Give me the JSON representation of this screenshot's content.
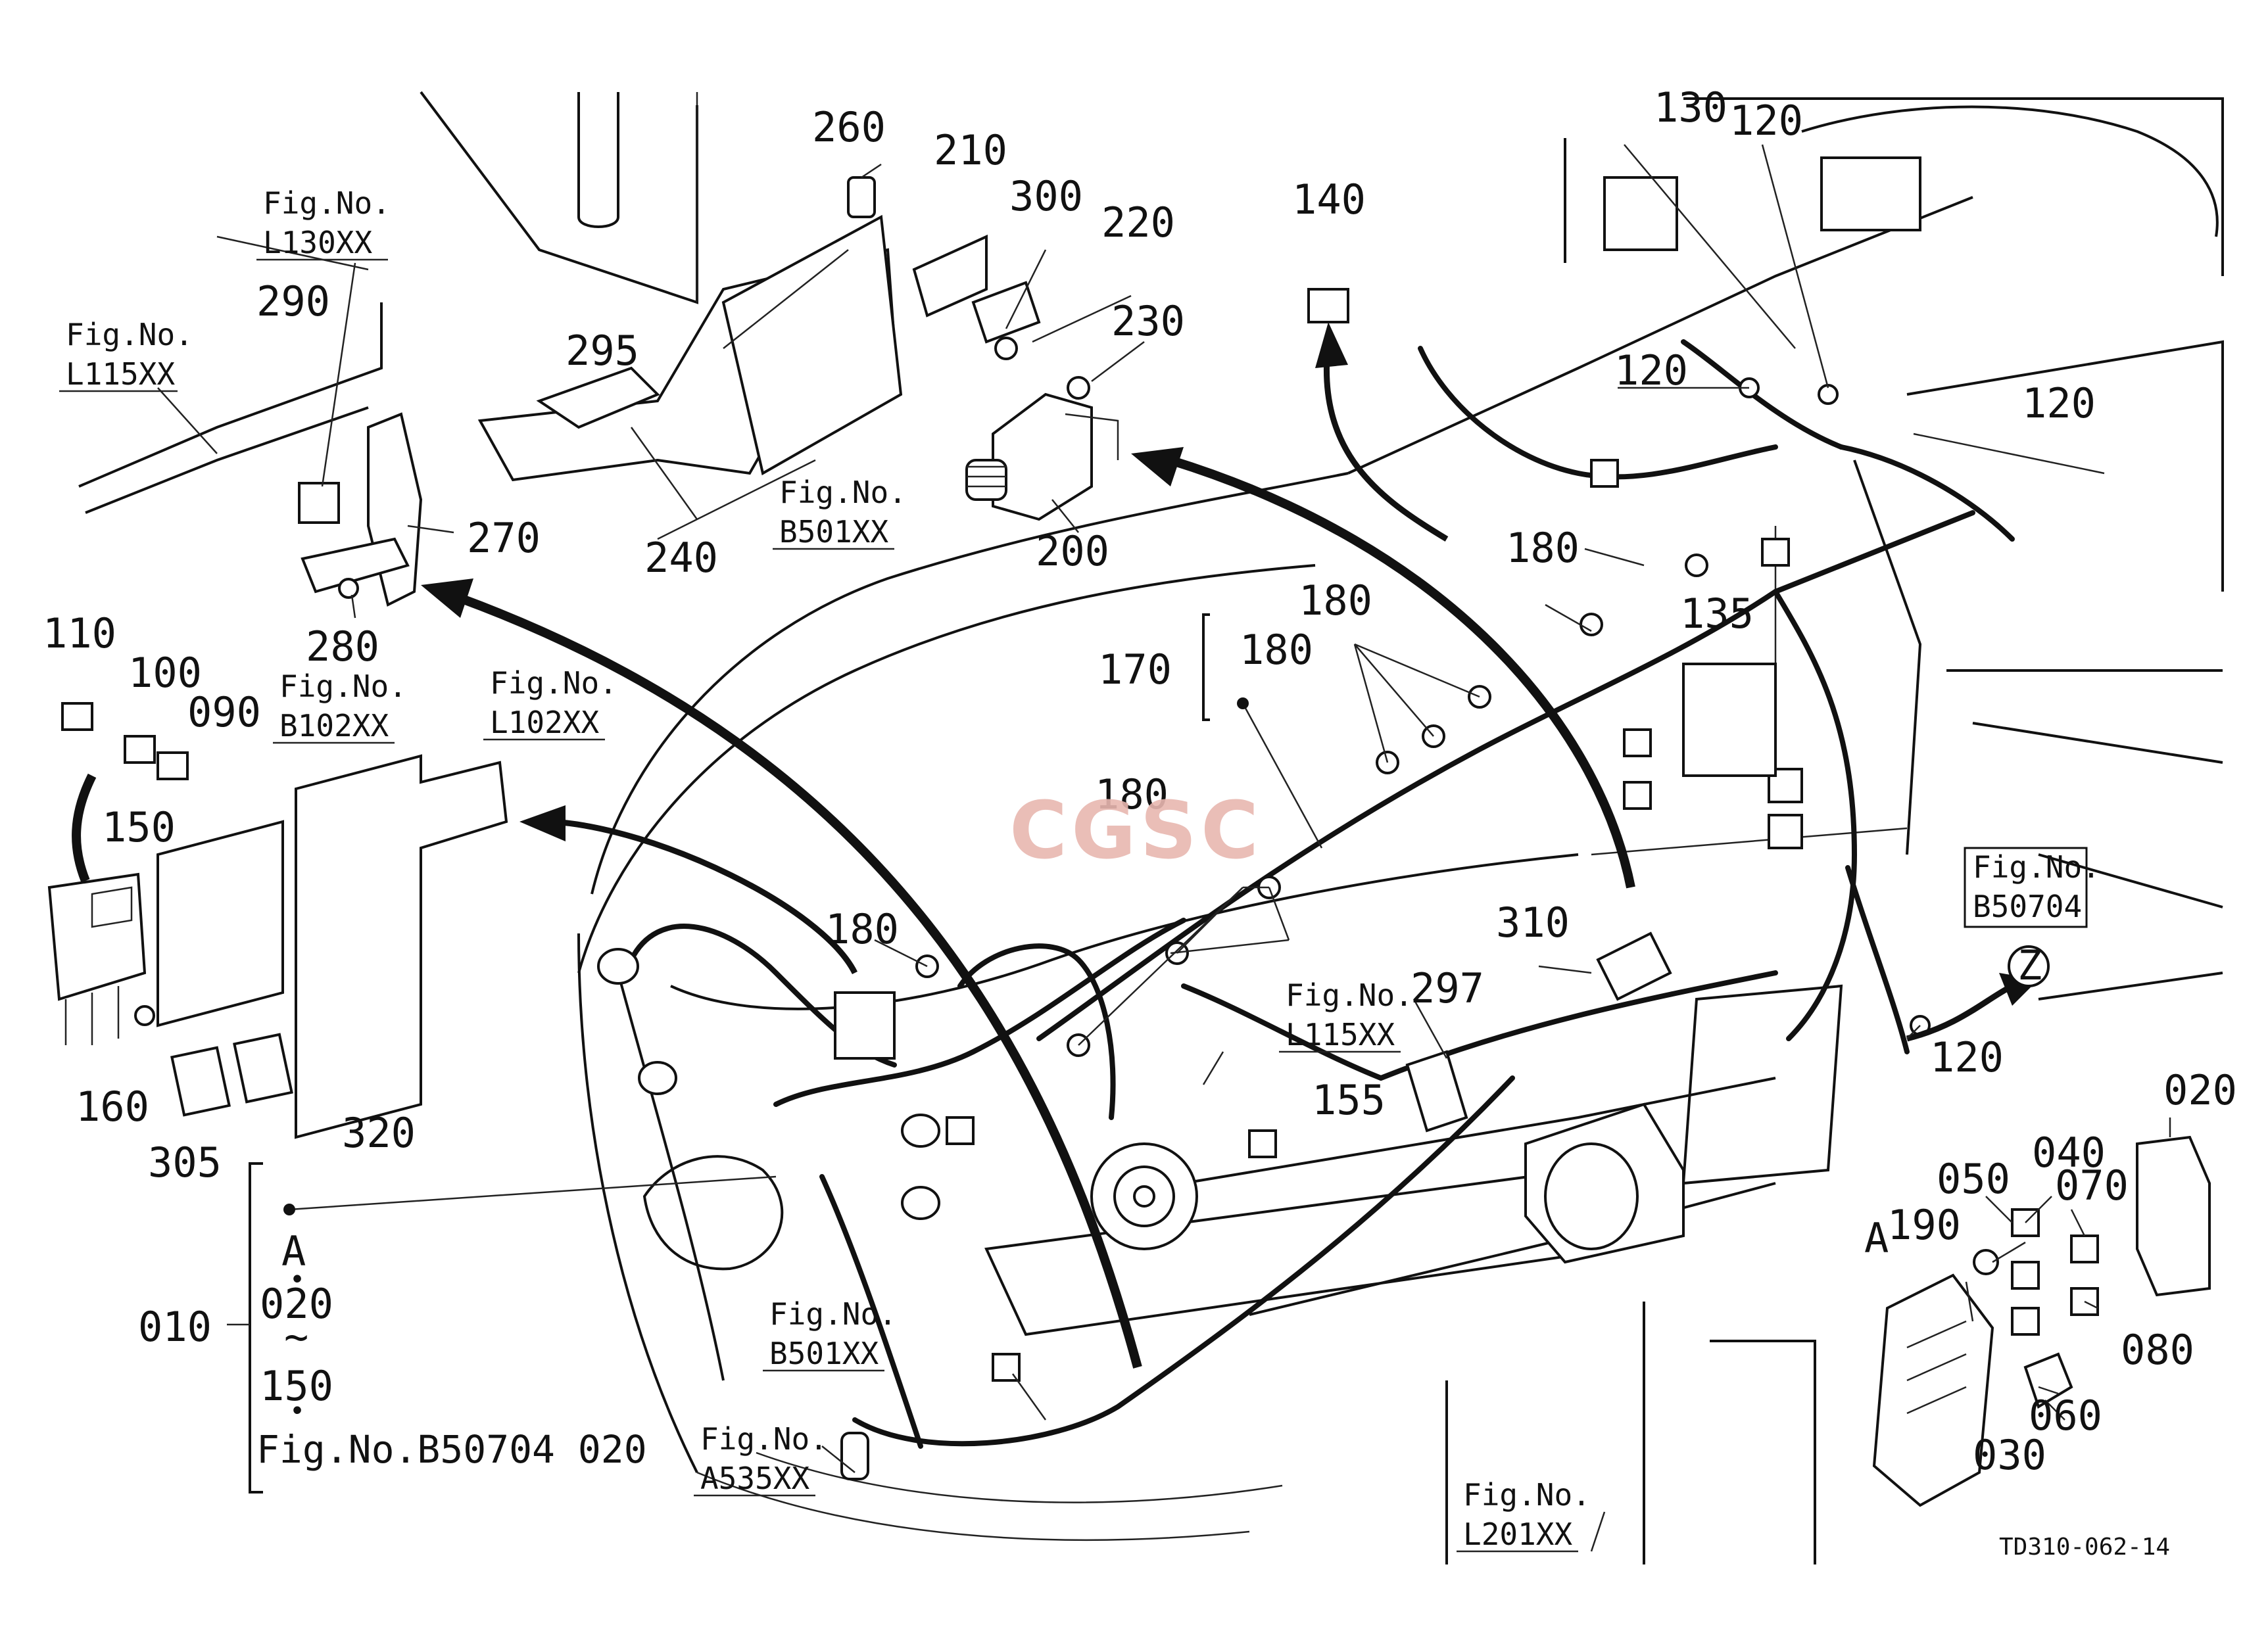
{
  "part_numbers": {
    "p010": "010",
    "p020_main": "020",
    "p020_fuse_cover": "020",
    "p030": "030",
    "p040": "040",
    "p050": "050",
    "p060": "060",
    "p070": "070",
    "p080": "080",
    "p090": "090",
    "p100": "100",
    "p110": "110",
    "p120_a": "120",
    "p120_b": "120",
    "p120_c": "120",
    "p120_d": "120",
    "p130": "130",
    "p135": "135",
    "p140": "140",
    "p150_a": "150",
    "p150_b": "150",
    "p155": "155",
    "p160": "160",
    "p170": "170",
    "p180_a": "180",
    "p180_b": "180",
    "p180_c": "180",
    "p180_d": "180",
    "p180_e": "180",
    "p190": "190",
    "p200": "200",
    "p210": "210",
    "p220": "220",
    "p230": "230",
    "p240": "240",
    "p260": "260",
    "p270": "270",
    "p280": "280",
    "p290": "290",
    "p295": "295",
    "p297": "297",
    "p300": "300",
    "p305": "305",
    "p310": "310",
    "p320": "320"
  },
  "fig_refs": {
    "fig_label": "Fig.No.",
    "l130": "L130XX",
    "l115_left": "L115XX",
    "b102": "B102XX",
    "l102": "L102XX",
    "b501_top": "B501XX",
    "b501_bottom": "B501XX",
    "a535": "A535XX",
    "l115_mid": "L115XX",
    "b50704": "B50704",
    "l201": "L201XX"
  },
  "legend": {
    "ref_a": "A",
    "tilde": "~",
    "dot": "•",
    "footer": "Fig.No.B50704 020"
  },
  "markers": {
    "z": "Z",
    "a_fuse": "A"
  },
  "watermark": "CGSC",
  "drawing_code": "TD310-062-14"
}
